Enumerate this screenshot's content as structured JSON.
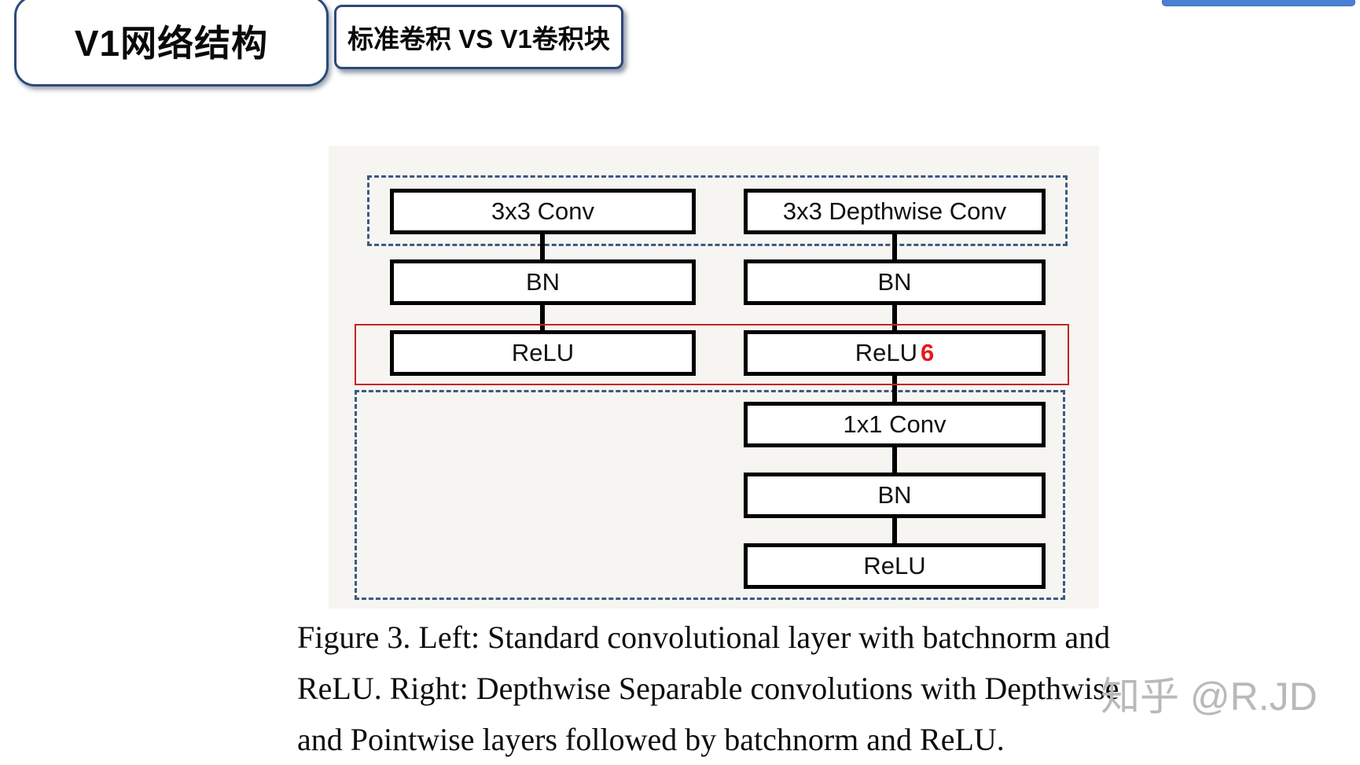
{
  "header": {
    "title": "V1网络结构",
    "subtitle": "标准卷积 VS V1卷积块"
  },
  "top_bar": {
    "color": "#4a80d4"
  },
  "diagram": {
    "left_blocks": [
      "3x3 Conv",
      "BN",
      "ReLU"
    ],
    "right_blocks": [
      "3x3 Depthwise Conv",
      "BN"
    ],
    "relu6": {
      "base": "ReLU",
      "suffix": "6"
    },
    "right_blocks_bottom": [
      "1x1 Conv",
      "BN",
      "ReLU"
    ],
    "colors": {
      "node_border": "#000000",
      "dashed_outline": "#3d5a80",
      "highlight_outline": "#c42424",
      "relu6_suffix": "#e31a1c"
    }
  },
  "caption": {
    "line1": "Figure 3. Left:  Standard convolutional layer with batchnorm and",
    "line2": "ReLU. Right:  Depthwise Separable convolutions with Depthwise",
    "line3": "and Pointwise layers followed by batchnorm and ReLU."
  },
  "watermark": "知乎 @R.JD"
}
